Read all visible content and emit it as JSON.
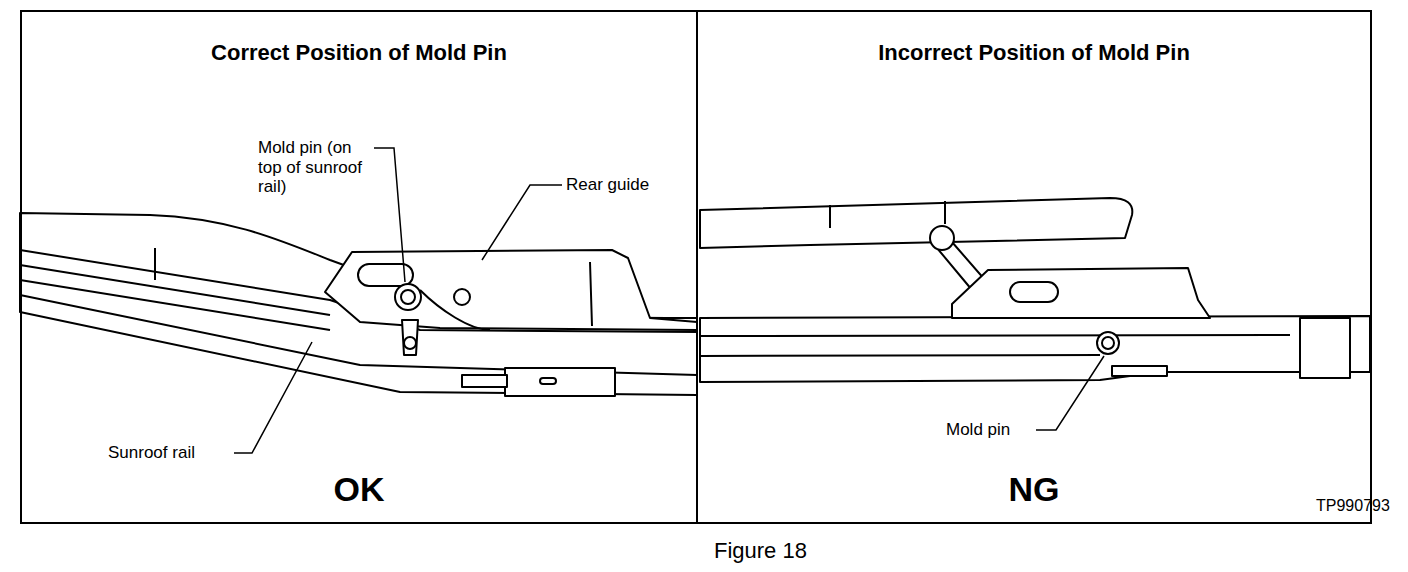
{
  "diagram": {
    "caption": "Figure 18",
    "nodes": [
      {
        "text": [
          "Correct Position of Mold Pin",
          "OK"
        ]
      },
      {
        "text": [
          "Incorrect Position of Mold Pin",
          "NG"
        ]
      }
    ],
    "labels": [
      "Mold pin (on top of sunroof rail)",
      "Rear guide",
      "Sunroof rail",
      "Mold pin",
      "TP990793"
    ]
  }
}
